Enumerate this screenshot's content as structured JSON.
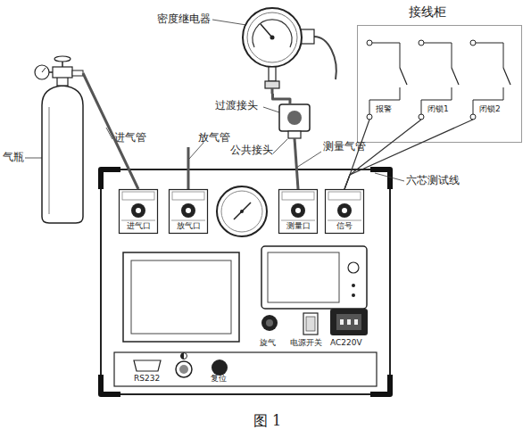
{
  "diagram": {
    "caption": "图 1",
    "nodes": [
      {
        "text": [
          "接线柜"
        ]
      },
      {
        "text": [
          "报警"
        ],
        "in": 0
      },
      {
        "text": [
          "闭锁1"
        ],
        "in": 0
      },
      {
        "text": [
          "闭锁2"
        ],
        "in": 0
      },
      {
        "text": [
          "气瓶"
        ]
      },
      {
        "text": [
          "密度继电器"
        ]
      },
      {
        "text": [
          "过渡接头"
        ]
      },
      {
        "text": [
          "进气口"
        ]
      },
      {
        "text": [
          "放气口"
        ]
      },
      {
        "text": [
          "测量口"
        ]
      },
      {
        "text": [
          "信号"
        ]
      }
    ],
    "edges": [
      {
        "from": 4,
        "to": 7,
        "label": "进气管",
        "arrow": "none"
      },
      {
        "from": 5,
        "to": 6,
        "arrow": "none"
      },
      {
        "from": 6,
        "to": 9,
        "label": "测量气管",
        "arrow": "none"
      },
      {
        "from": 10,
        "to": 1,
        "arrow": "none"
      },
      {
        "from": 10,
        "to": 2,
        "arrow": "none"
      },
      {
        "from": 10,
        "to": 3,
        "arrow": "none"
      }
    ],
    "labels": [
      "放气管",
      "公共接头",
      "六芯测试线",
      "旋气",
      "电源开关",
      "AC220V",
      "RS232",
      "复位"
    ]
  }
}
